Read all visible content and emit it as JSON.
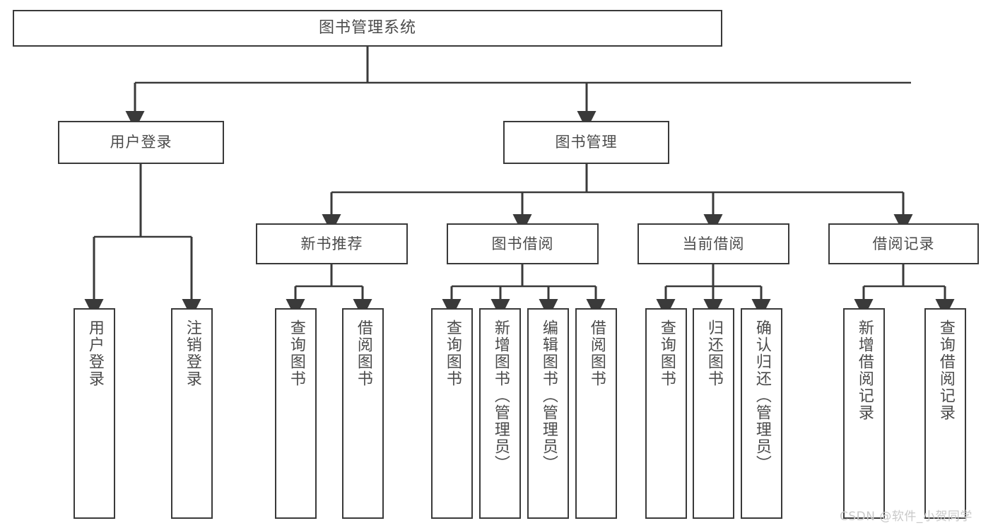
{
  "diagram": {
    "title": "图书管理系统",
    "watermark": "CSDN @软件_小贺同学",
    "colors": {
      "stroke": "#3a3a3a",
      "text": "#4b4b4b",
      "background": "#ffffff",
      "watermark": "#c9c9c9"
    },
    "nodes": {
      "root": "图书管理系统",
      "level2": {
        "user_login": "用户登录",
        "book_manage": "图书管理"
      },
      "level3": {
        "new_book_recommend": "新书推荐",
        "book_borrow": "图书借阅",
        "current_borrow": "当前借阅",
        "borrow_record": "借阅记录"
      },
      "level4": {
        "user_login_children": [
          "用户登录",
          "注销登录"
        ],
        "new_book_recommend_children": [
          "查询图书",
          "借阅图书"
        ],
        "book_borrow_children": [
          "查询图书",
          "新增图书（管理员）",
          "编辑图书（管理员）",
          "借阅图书"
        ],
        "current_borrow_children": [
          "查询图书",
          "归还图书",
          "确认归还（管理员）"
        ],
        "borrow_record_children": [
          "新增借阅记录",
          "查询借阅记录"
        ]
      }
    }
  }
}
